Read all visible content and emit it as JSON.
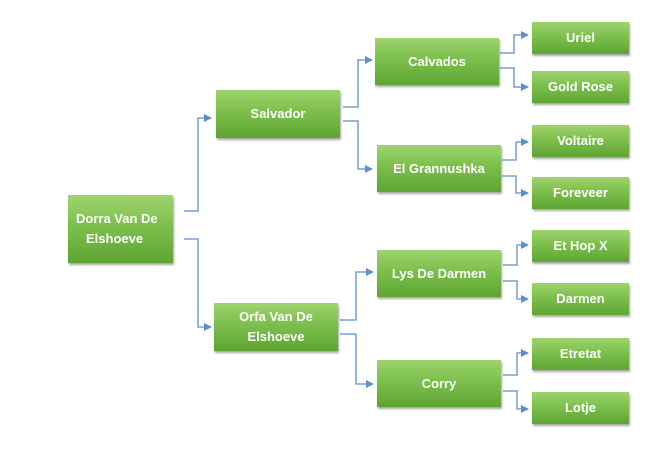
{
  "tree": {
    "root": {
      "label_line1": "Dorra Van De",
      "label_line2": "Elshoeve"
    },
    "gen1": {
      "sire": "Salvador",
      "dam_line1": "Orfa Van De",
      "dam_line2": "Elshoeve"
    },
    "gen2": {
      "sire_sire": "Calvados",
      "sire_dam": "El Grannushka",
      "dam_sire": "Lys De Darmen",
      "dam_dam": "Corry"
    },
    "gen3": {
      "ss_sire": "Uriel",
      "ss_dam": "Gold Rose",
      "sd_sire": "Voltaire",
      "sd_dam": "Foreveer",
      "ds_sire": "Et Hop X",
      "ds_dam": "Darmen",
      "dd_sire": "Etretat",
      "dd_dam": "Lotje"
    }
  },
  "colors": {
    "node_top": "#9fd36e",
    "node_bottom": "#5fa534",
    "connector": "#5b8fd1",
    "text": "#ffffff"
  }
}
